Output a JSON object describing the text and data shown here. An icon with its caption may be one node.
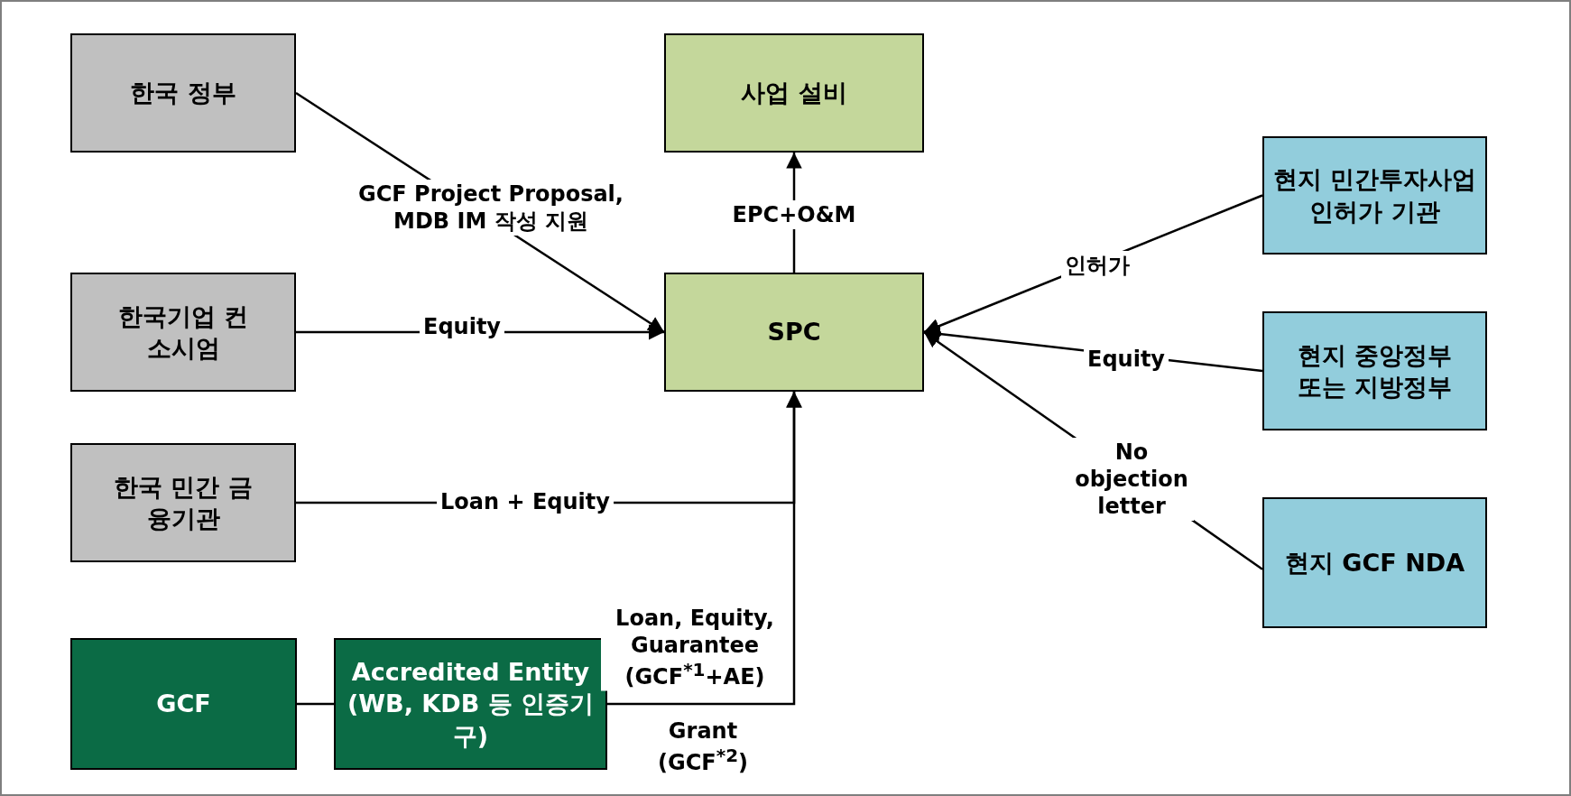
{
  "diagram": {
    "nodes": [
      {
        "text": [
          "한국 정부"
        ]
      },
      {
        "text": [
          "사업 설비"
        ]
      },
      {
        "text": [
          "현지 민간투자사업 인허가 기관"
        ]
      },
      {
        "text": [
          "한국기업 컨소시엄"
        ]
      },
      {
        "text": [
          "SPC"
        ]
      },
      {
        "text": [
          "현지 중앙정부 또는 지방정부"
        ]
      },
      {
        "text": [
          "한국 민간 금융기관"
        ]
      },
      {
        "text": [
          "현지 GCF NDA"
        ]
      },
      {
        "text": [
          "GCF"
        ]
      },
      {
        "text": [
          "Accredited Entity (WB, KDB 등 인증기구)"
        ]
      }
    ],
    "edges": [
      {
        "from": 0,
        "to": 4,
        "arrow": "to",
        "label": "GCF Project Proposal, MDB IM 작성 지원"
      },
      {
        "from": 3,
        "to": 4,
        "arrow": "to",
        "label": "Equity"
      },
      {
        "from": 6,
        "to": 4,
        "arrow": "to",
        "label": "Loan + Equity"
      },
      {
        "from": 9,
        "to": 4,
        "arrow": "to",
        "label": "Loan, Equity, Guarantee (GCF$^{*1}$+AE)"
      },
      {
        "from": 8,
        "to": 9,
        "arrow": "none"
      },
      {
        "from": 4,
        "to": 1,
        "arrow": "to",
        "label": "EPC+O&M"
      },
      {
        "from": 2,
        "to": 4,
        "arrow": "to",
        "label": "인허가"
      },
      {
        "from": 5,
        "to": 4,
        "arrow": "to",
        "label": "Equity"
      },
      {
        "from": 7,
        "to": 4,
        "arrow": "to",
        "label": "No objection letter"
      }
    ],
    "labels": [
      "Grant (GCF$^{*2}$)"
    ]
  }
}
